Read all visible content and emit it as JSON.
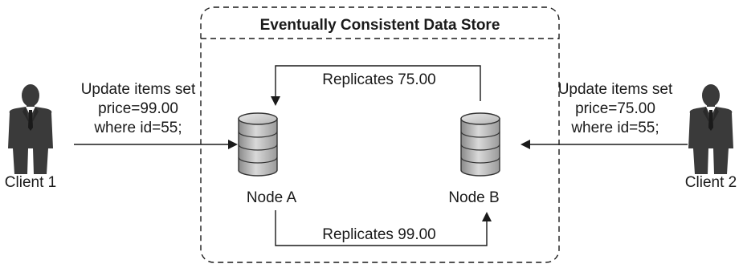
{
  "store": {
    "title": "Eventually Consistent Data Store"
  },
  "clients": [
    {
      "label": "Client 1",
      "query": [
        "Update items set",
        "price=99.00",
        "where id=55;"
      ]
    },
    {
      "label": "Client 2",
      "query": [
        "Update items set",
        "price=75.00",
        "where id=55;"
      ]
    }
  ],
  "nodes": [
    {
      "label": "Node A"
    },
    {
      "label": "Node B"
    }
  ],
  "replication": {
    "b_to_a": "Replicates 75.00",
    "a_to_b": "Replicates 99.00"
  }
}
